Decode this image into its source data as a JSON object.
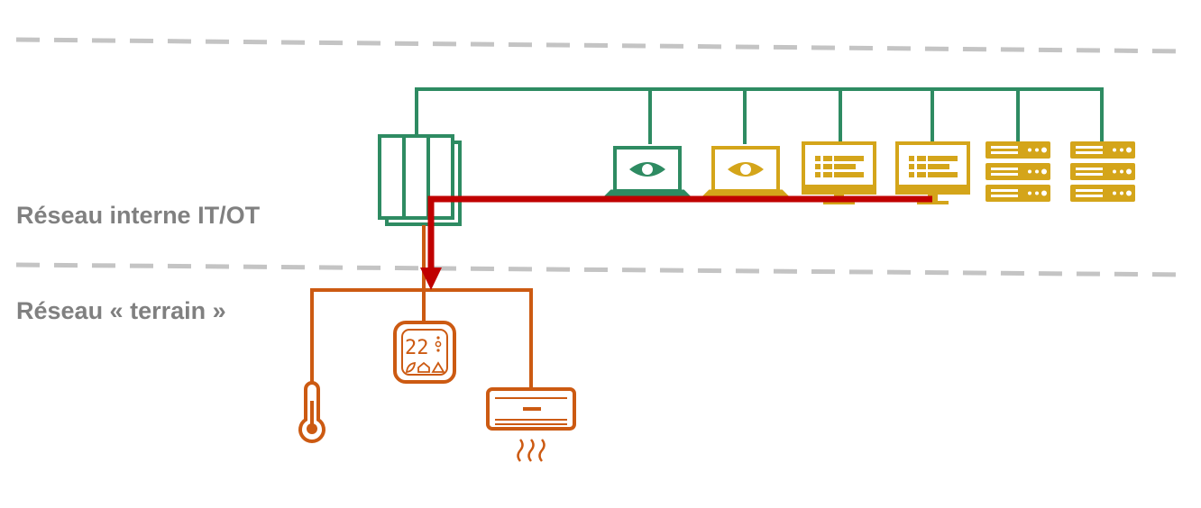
{
  "zones": {
    "internal_network": "Réseau interne IT/OT",
    "field_network": "Réseau « terrain »"
  },
  "thermostat": {
    "display": "22"
  },
  "colors": {
    "it_link": "#2e8b62",
    "field_link": "#cc5a12",
    "attack_path": "#c00000",
    "asset_ok": "#2e8b62",
    "asset_warn": "#d4a51a",
    "zone_boundary": "#c4c4c4",
    "label": "#808080"
  },
  "icons": {
    "gateway": "gateway-icon",
    "supervision_ok": "eye-laptop-icon",
    "supervision_warn": "eye-laptop-icon",
    "workstation": "monitor-icon",
    "server": "server-rack-icon",
    "thermostat": "thermostat-icon",
    "sensor": "thermometer-icon",
    "hvac": "air-conditioner-icon"
  }
}
